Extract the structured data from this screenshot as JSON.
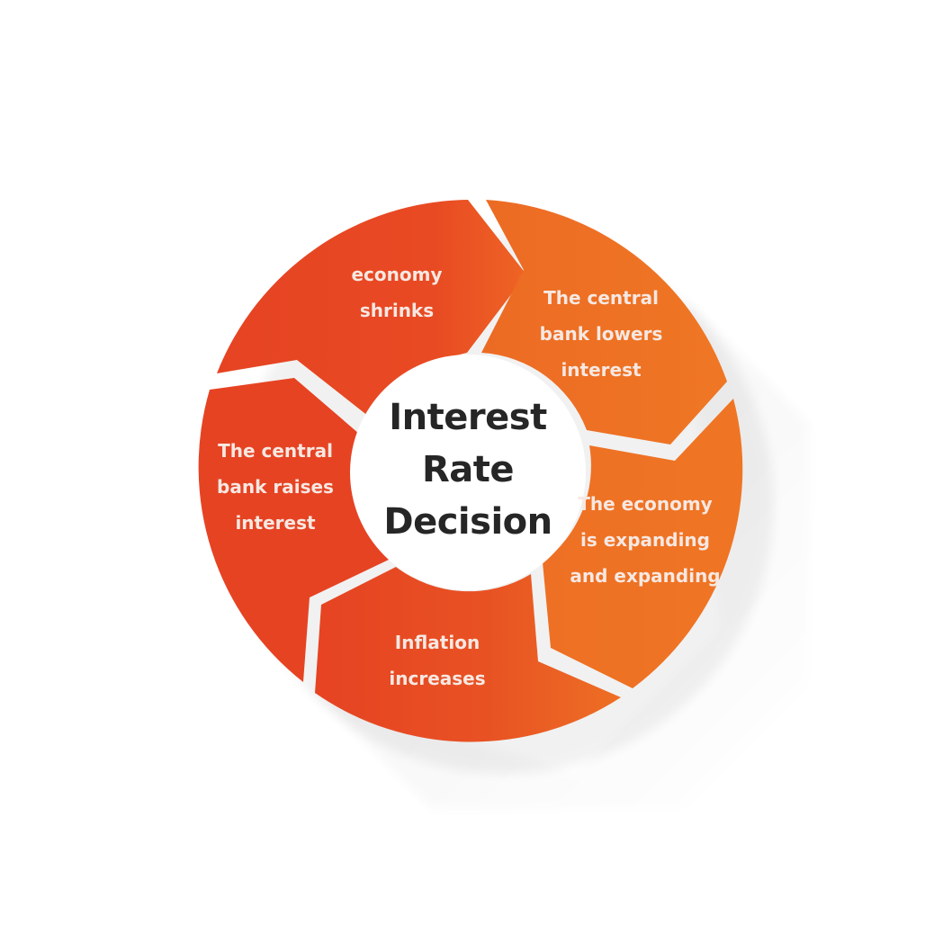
{
  "center": {
    "title": "Interest\nRate\nDecision"
  },
  "segments": [
    {
      "label": "economy\nshrinks"
    },
    {
      "label": "The central\nbank lowers\ninterest"
    },
    {
      "label": "The economy\nis expanding\nand expanding"
    },
    {
      "label": "Inflation\nincreases"
    },
    {
      "label": "The central\nbank raises\ninterest"
    }
  ],
  "colors": {
    "red": "#e64323",
    "orange": "#ee7324",
    "center": "#ffffff",
    "text_light": "#f6e8e2",
    "title": "#262626"
  }
}
